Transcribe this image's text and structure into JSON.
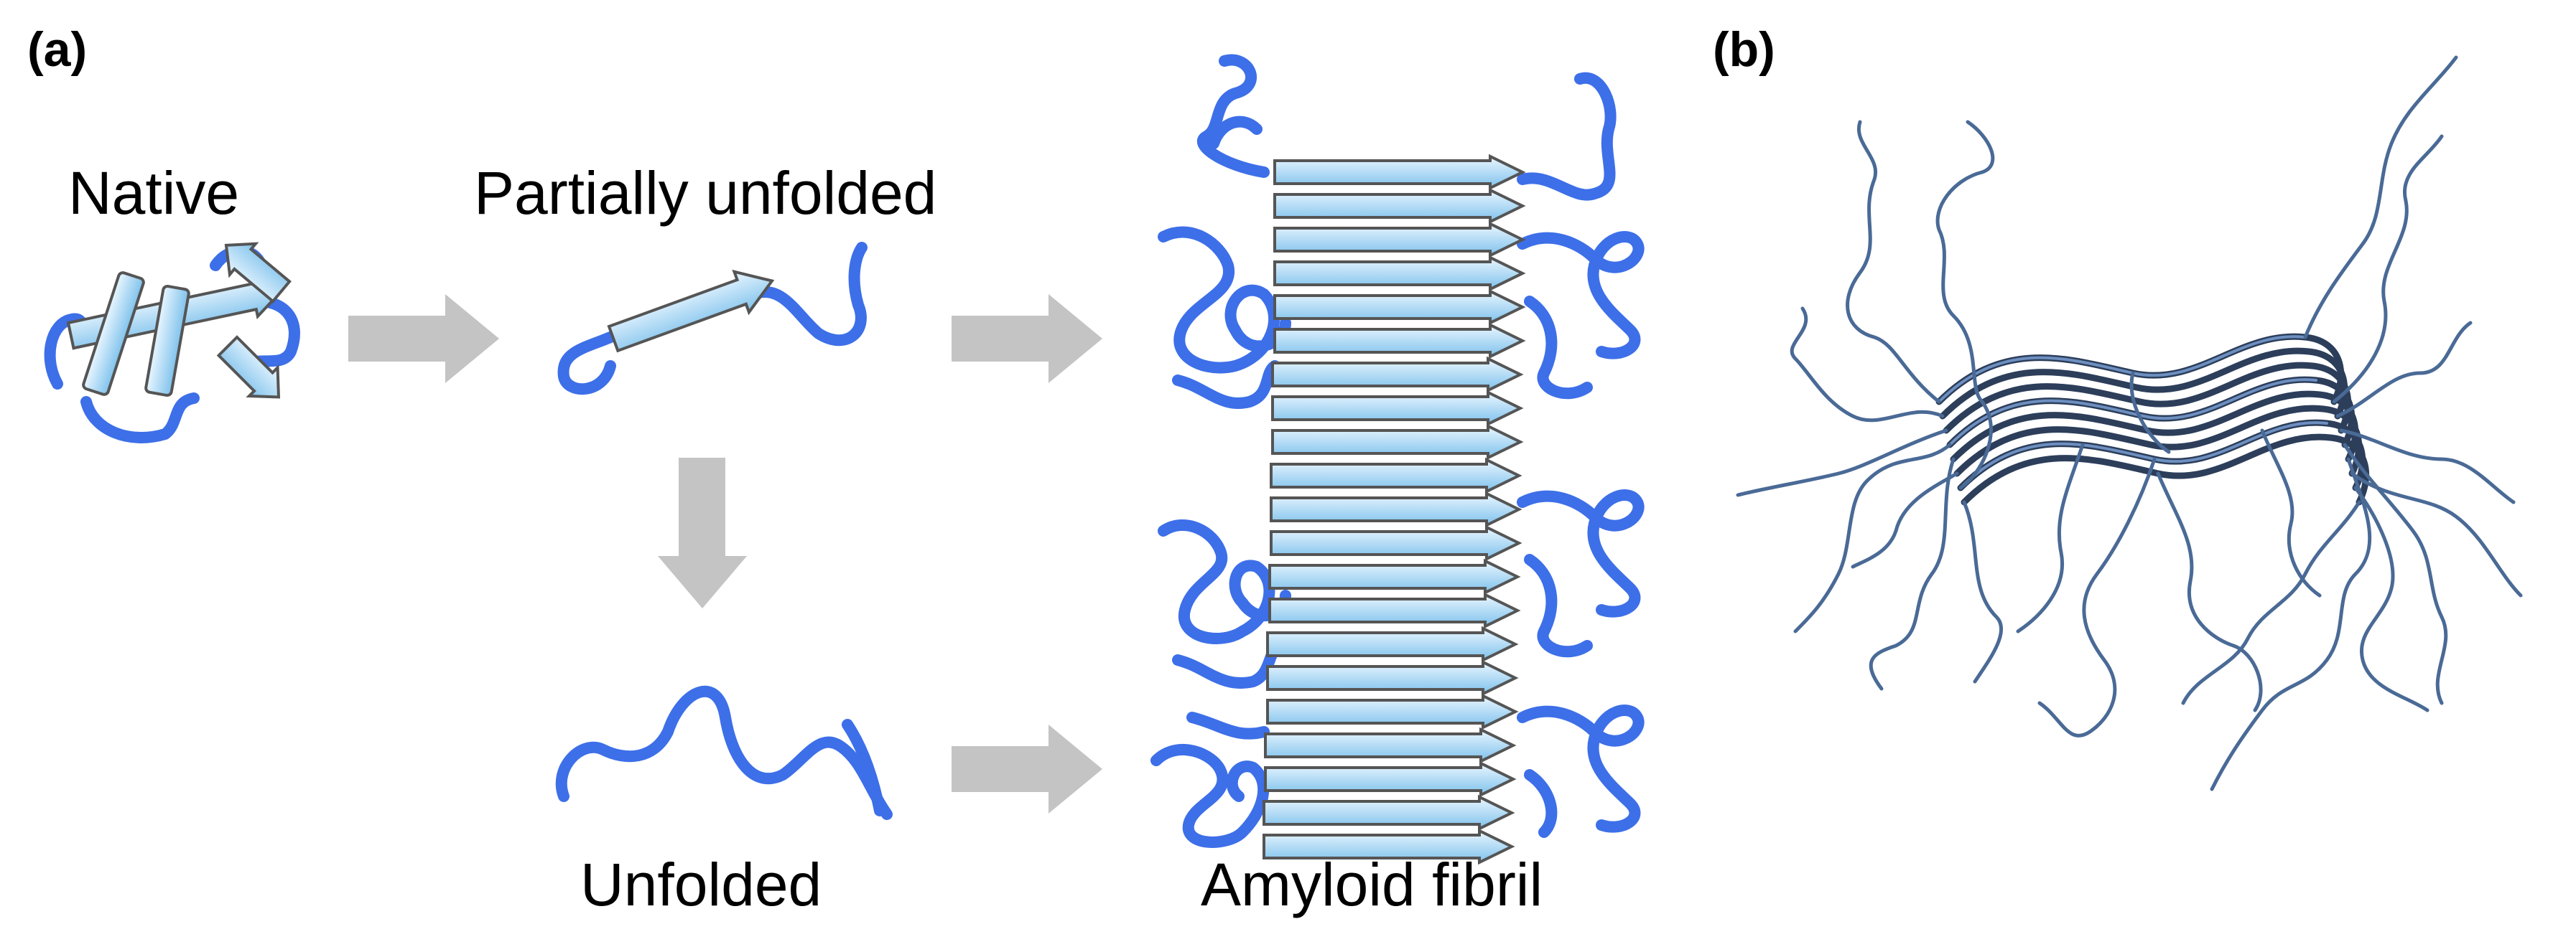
{
  "panels": {
    "a": {
      "label": "(a)"
    },
    "b": {
      "label": "(b)"
    }
  },
  "stages": {
    "native": "Native",
    "partially_unfolded": "Partially unfolded",
    "unfolded": "Unfolded",
    "amyloid_fibril": "Amyloid fibril"
  },
  "colors": {
    "coil": "#3d6fe8",
    "strand_light": "#eaf6ff",
    "strand_dark": "#7fc2ec",
    "process_arrow": "#c4c4c4",
    "ribbon_model": "#5a7fae"
  }
}
